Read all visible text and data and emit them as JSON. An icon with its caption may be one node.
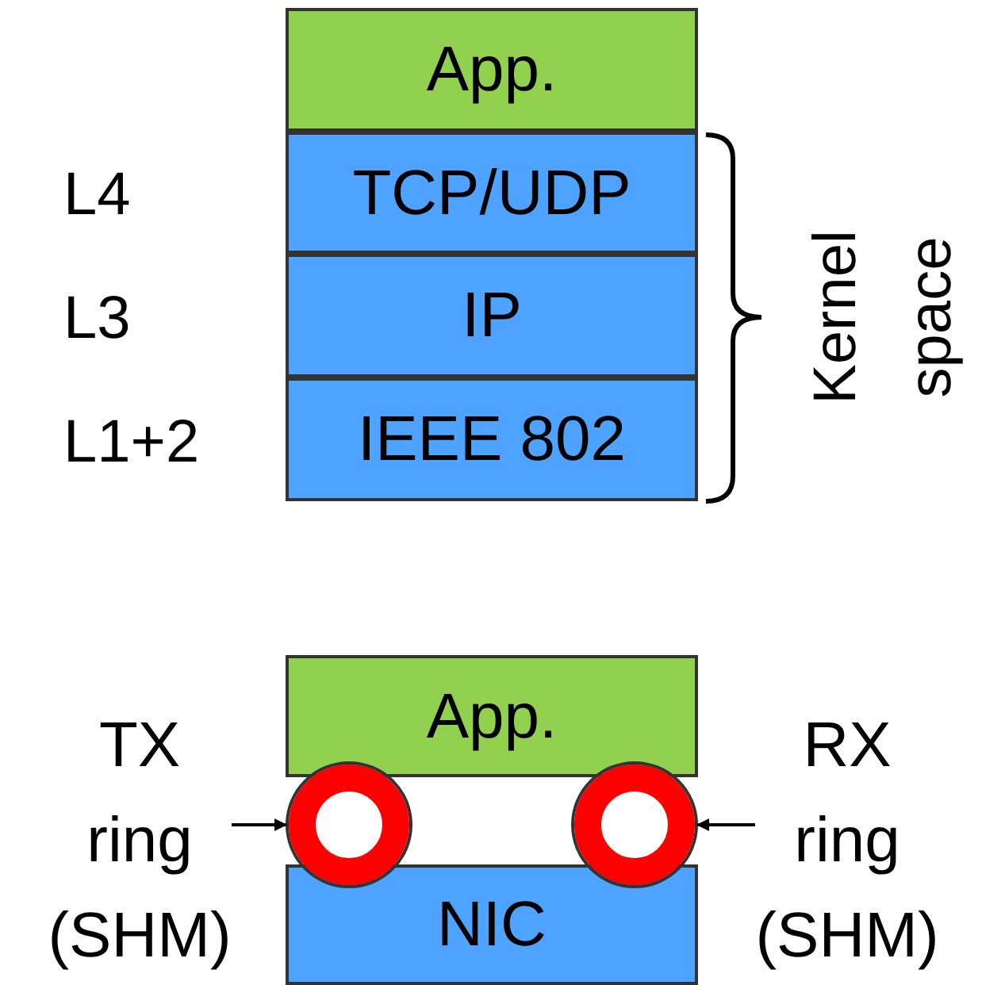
{
  "diagram": {
    "nodes": [
      {
        "text": [
          "App."
        ]
      },
      {
        "text": [
          "TCP/UDP"
        ]
      },
      {
        "text": [
          "IP"
        ]
      },
      {
        "text": [
          "IEEE 802"
        ]
      },
      {
        "text": [
          "App."
        ]
      },
      {
        "text": [
          "NIC"
        ]
      },
      {
        "text": [],
        "shape": "circle"
      },
      {
        "text": [],
        "shape": "circle"
      },
      {
        "text": [
          "TX ring (SHM)"
        ]
      },
      {
        "text": [
          "RX ring (SHM)"
        ]
      }
    ],
    "edges": [
      {
        "from": 8,
        "to": 6,
        "arrow": "to"
      },
      {
        "from": 9,
        "to": 7,
        "arrow": "to"
      }
    ],
    "labels": [
      "L4",
      "L3",
      "L1+2",
      "Kernel space"
    ]
  }
}
